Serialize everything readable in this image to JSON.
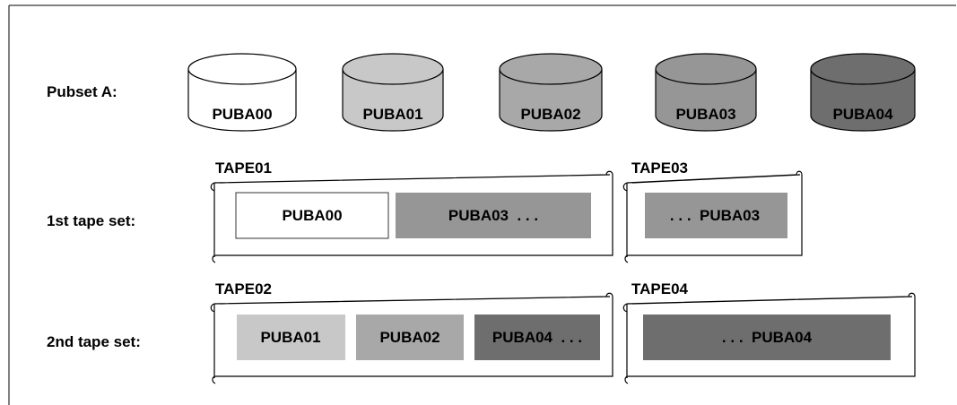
{
  "pubset": {
    "label": "Pubset A:",
    "disks": [
      {
        "name": "PUBA00",
        "color": "#ffffff"
      },
      {
        "name": "PUBA01",
        "color": "#c8c8c8"
      },
      {
        "name": "PUBA02",
        "color": "#a8a8a8"
      },
      {
        "name": "PUBA03",
        "color": "#969696"
      },
      {
        "name": "PUBA04",
        "color": "#6e6e6e"
      }
    ]
  },
  "tape_sets": [
    {
      "label": "1st tape set:",
      "tapes": [
        {
          "name": "TAPE01",
          "blocks": [
            {
              "text": "PUBA00",
              "color": "#ffffff"
            },
            {
              "text": "PUBA03  . . .",
              "color": "#969696"
            }
          ]
        },
        {
          "name": "TAPE03",
          "blocks": [
            {
              "text": ". . .  PUBA03",
              "color": "#969696"
            }
          ]
        }
      ]
    },
    {
      "label": "2nd tape set:",
      "tapes": [
        {
          "name": "TAPE02",
          "blocks": [
            {
              "text": "PUBA01",
              "color": "#c8c8c8"
            },
            {
              "text": "PUBA02",
              "color": "#a8a8a8"
            },
            {
              "text": "PUBA04  . . .",
              "color": "#6e6e6e"
            }
          ]
        },
        {
          "name": "TAPE04",
          "blocks": [
            {
              "text": ". . .  PUBA04",
              "color": "#6e6e6e"
            }
          ]
        }
      ]
    }
  ]
}
